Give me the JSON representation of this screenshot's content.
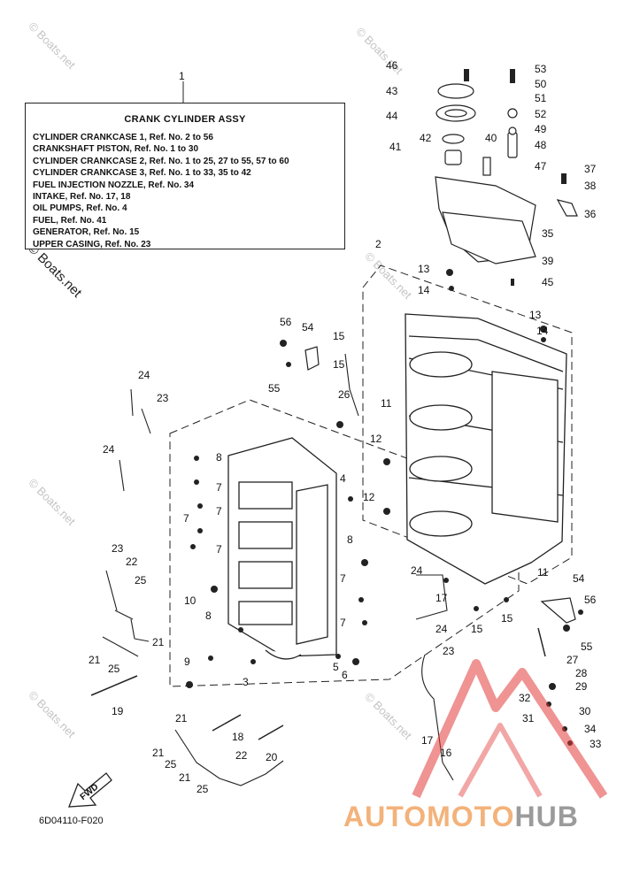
{
  "assembly": {
    "ref_number": "1",
    "title": "CRANK CYLINDER ASSY",
    "lines": [
      "CYLINDER CRANKCASE 1,  Ref. No. 2 to 56",
      "CRANKSHAFT PISTON,       Ref. No. 1 to 30",
      "CYLINDER CRANKCASE 2, Ref. No. 1 to 25, 27 to 55, 57 to 60",
      "CYLINDER CRANKCASE 3, Ref. No. 1 to 33, 35 to 42",
      "FUEL INJECTION NOZZLE, Ref. No. 34",
      "INTAKE, Ref. No. 17, 18",
      "OIL PUMPS,  Ref. No. 4",
      "FUEL,  Ref. No. 41",
      "GENERATOR,  Ref. No. 15",
      "UPPER CASING, Ref. No. 23"
    ]
  },
  "callouts": [
    "46",
    "53",
    "43",
    "50",
    "51",
    "44",
    "52",
    "49",
    "42",
    "40",
    "48",
    "41",
    "47",
    "37",
    "38",
    "36",
    "35",
    "39",
    "2",
    "45",
    "13",
    "14",
    "13",
    "14",
    "56",
    "54",
    "15",
    "15",
    "55",
    "26",
    "24",
    "23",
    "11",
    "12",
    "8",
    "24",
    "7",
    "7",
    "7",
    "7",
    "4",
    "12",
    "23",
    "22",
    "25",
    "10",
    "8",
    "21",
    "21",
    "25",
    "9",
    "3",
    "5",
    "6",
    "19",
    "8",
    "7",
    "7",
    "24",
    "24",
    "17",
    "15",
    "15",
    "11",
    "54",
    "56",
    "55",
    "27",
    "28",
    "29",
    "32",
    "31",
    "30",
    "34",
    "33",
    "23",
    "17",
    "16",
    "21",
    "18",
    "21",
    "25",
    "22",
    "20",
    "21",
    "25"
  ],
  "fwd_label": "FWD",
  "figure_code": "6D04110-F020",
  "watermark": "© Boats.net",
  "brand": {
    "part1": "AUTOMOTO",
    "part2": "HUB",
    "color_light": "#f3b27a",
    "color_gray": "#9b9b9b",
    "color_red": "#e23a3a"
  }
}
